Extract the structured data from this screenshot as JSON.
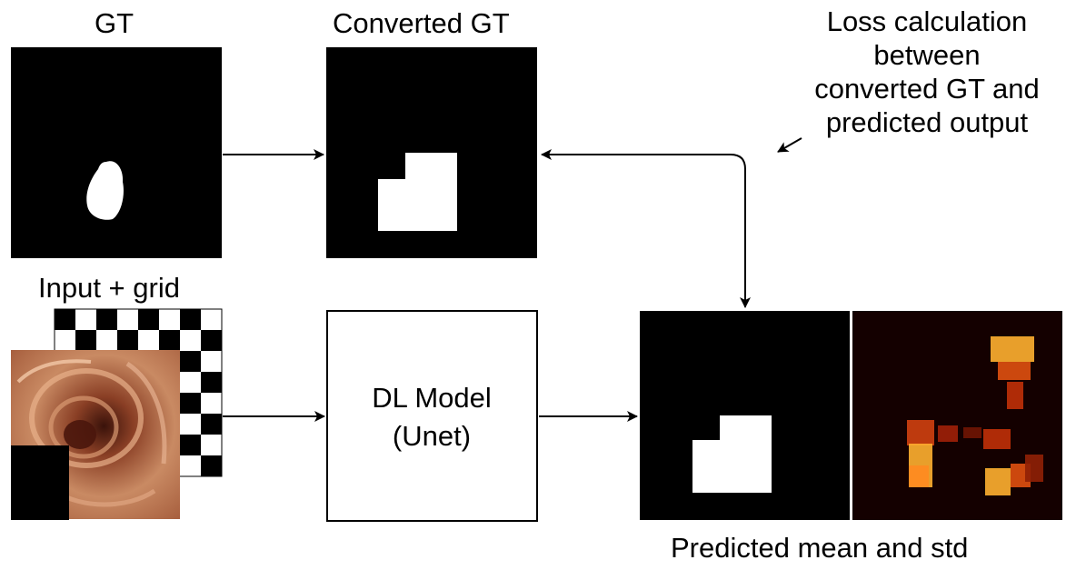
{
  "labels": {
    "gt": "GT",
    "converted_gt": "Converted GT",
    "input_grid": "Input + grid",
    "model_line1": "DL Model",
    "model_line2": "(Unet)",
    "loss_line1": "Loss calculation",
    "loss_line2": "between",
    "loss_line3": "converted GT and",
    "loss_line4": "predicted output",
    "predicted": "Predicted mean and std"
  },
  "colors": {
    "background": "#ffffff",
    "panel": "#000000",
    "mask": "#ffffff",
    "heat_hot": "#ffb030",
    "heat_mid": "#e05010",
    "heat_dark": "#1a0000",
    "tissue": "#c27a55"
  }
}
